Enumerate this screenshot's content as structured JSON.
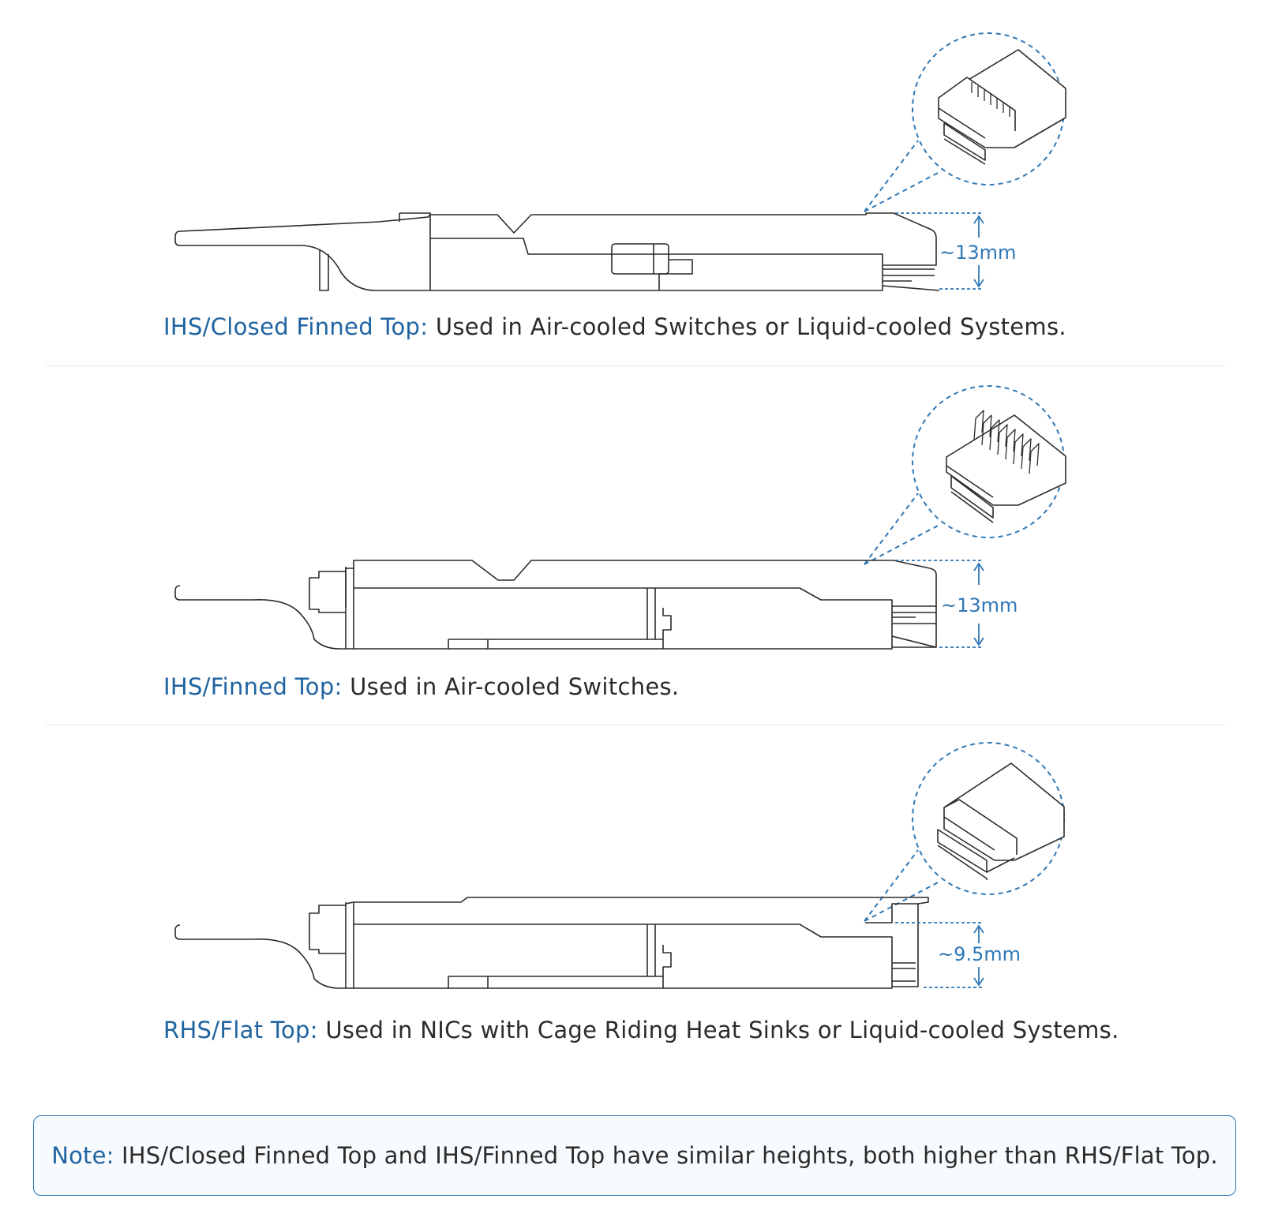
{
  "colors": {
    "accent": "#1f63a0",
    "dimension_line": "#2f78b7",
    "outline": "#2b2b2b",
    "divider": "#e3e3e3"
  },
  "sections": [
    {
      "term": "IHS/Closed Finned Top",
      "description": "Used in Air-cooled Switches or Liquid-cooled Systems.",
      "height": "~13mm"
    },
    {
      "term": "IHS/Finned Top",
      "description": "Used in Air-cooled Switches.",
      "height": "~13mm"
    },
    {
      "term": "RHS/Flat Top",
      "description": "Used in NICs with Cage Riding Heat Sinks or Liquid-cooled Systems.",
      "height": "~9.5mm"
    }
  ],
  "note": {
    "label": "Note",
    "text": "IHS/Closed Finned Top and IHS/Finned Top have similar heights, both higher than RHS/Flat Top."
  }
}
